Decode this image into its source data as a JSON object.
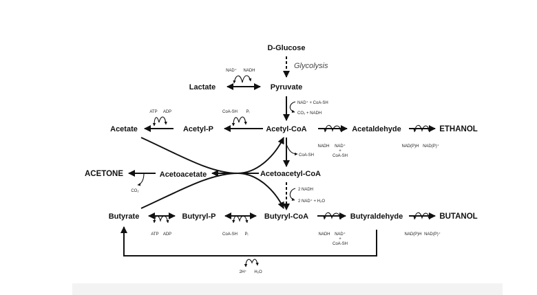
{
  "nodes": {
    "glucose": "D-Glucose",
    "glycolysis": "Glycolysis",
    "lactate": "Lactate",
    "pyruvate": "Pyruvate",
    "acetate": "Acetate",
    "acetyl_p": "Acetyl-P",
    "acetyl_coa": "Acetyl-CoA",
    "acetaldehyde": "Acetaldehyde",
    "ethanol": "ETHANOL",
    "acetone": "ACETONE",
    "acetoacetate": "Acetoacetate",
    "acetoacetyl_coa": "Acetoacetyl-CoA",
    "butyrate": "Butyrate",
    "butyryl_p": "Butyryl-P",
    "butyryl_coa": "Butyryl-CoA",
    "butyraldehyde": "Butyraldehyde",
    "butanol": "BUTANOL"
  },
  "cofactors": {
    "lactate_nad": "NAD⁺",
    "lactate_nadh": "NADH",
    "pyr_in": "NAD⁺ + CoA-SH",
    "pyr_out": "CO₂ + NADH",
    "acetate_atp": "ATP",
    "acetate_adp": "ADP",
    "acetylp_coash": "CoA-SH",
    "acetylp_pi": "Pᵢ",
    "acetald_nadh": "NADH",
    "acetald_nad": "NAD⁺",
    "acetald_plus": "+",
    "acetald_coash": "CoA-SH",
    "ethanol_nadph": "NAD(P)H",
    "ethanol_nadp": "NAD(P)⁺",
    "acetyl_coash": "CoA-SH",
    "acetone_co2": "CO₂",
    "acac_2nadh": "2 NADH",
    "acac_out": "2 NAD⁺ + H₂O",
    "butyrate_atp": "ATP",
    "butyrate_adp": "ADP",
    "butyrylp_coash": "CoA-SH",
    "butyrylp_pi": "Pᵢ",
    "butald_nadh": "NADH",
    "butald_nad": "NAD⁺",
    "butald_plus": "+",
    "butald_coash": "CoA-SH",
    "butanol_nadph": "NAD(P)H",
    "butanol_nadp": "NAD(P)⁺",
    "loop_2h": "2H⁺",
    "loop_h2o": "H₂O"
  }
}
